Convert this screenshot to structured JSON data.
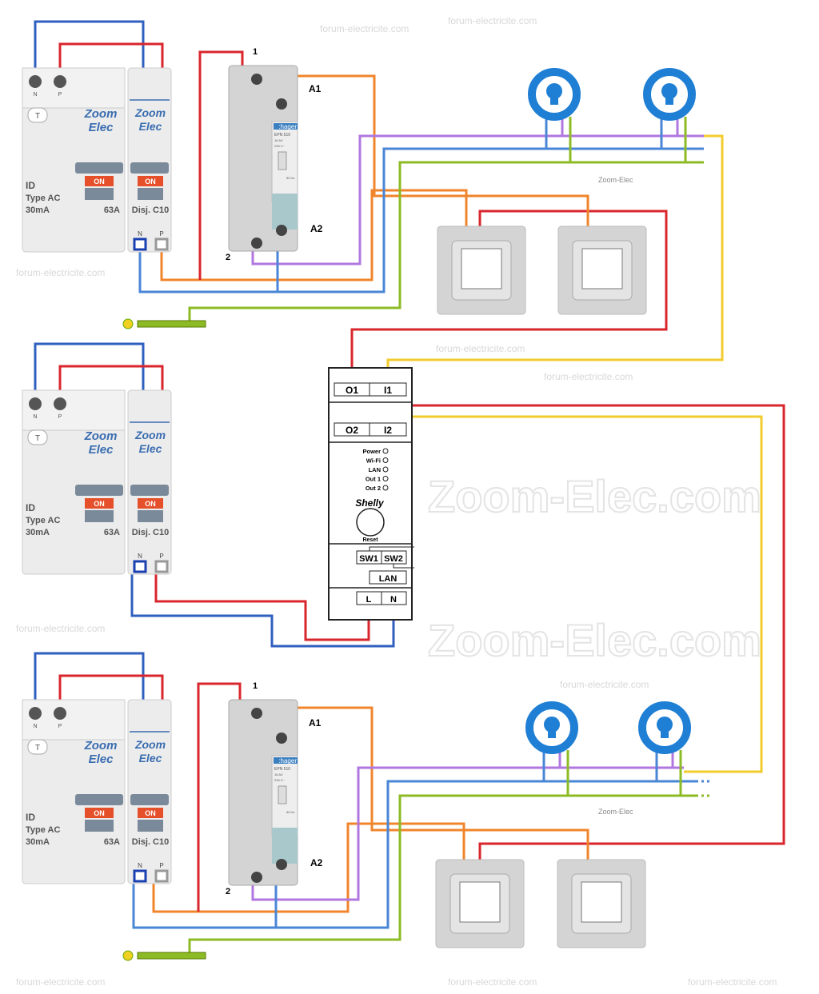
{
  "diagram": {
    "watermark": "forum-electricite.com",
    "big_watermark": "Zoom-Elec.com",
    "small_logo": "Zoom-Elec",
    "colors": {
      "phase": "#d9262c",
      "neutral": "#2f5fbf",
      "neutral_light": "#4a86d6",
      "earth": "#8dbb25",
      "switched": "#f0852c",
      "return": "#b077e0",
      "shelly_input": "#f2cc2e",
      "breaker_body": "#ececec",
      "relay_blue": "#a8c8cc",
      "lamp": "#1f7fd4"
    },
    "breaker_groups": [
      {
        "rcd": {
          "terminals": [
            "N",
            "P"
          ],
          "test": "T",
          "brand": [
            "Zoom",
            "Elec"
          ],
          "toggle": "ON",
          "type": [
            "ID",
            "Type AC",
            "30mA"
          ],
          "rating": "63A"
        },
        "mcb": {
          "brand": [
            "Zoom",
            "Elec"
          ],
          "toggle": "ON",
          "rating": "Disj. C10",
          "terminals": [
            "N",
            "P"
          ]
        }
      },
      {
        "rcd": {
          "terminals": [
            "N",
            "P"
          ],
          "test": "T",
          "brand": [
            "Zoom",
            "Elec"
          ],
          "toggle": "ON",
          "type": [
            "ID",
            "Type AC",
            "30mA"
          ],
          "rating": "63A"
        },
        "mcb": {
          "brand": [
            "Zoom",
            "Elec"
          ],
          "toggle": "ON",
          "rating": "Disj. C10",
          "terminals": [
            "N",
            "P"
          ]
        }
      },
      {
        "rcd": {
          "terminals": [
            "N",
            "P"
          ],
          "test": "T",
          "brand": [
            "Zoom",
            "Elec"
          ],
          "toggle": "ON",
          "type": [
            "ID",
            "Type AC",
            "30mA"
          ],
          "rating": "63A"
        },
        "mcb": {
          "brand": [
            "Zoom",
            "Elec"
          ],
          "toggle": "ON",
          "rating": "Disj. C10",
          "terminals": [
            "N",
            "P"
          ]
        }
      }
    ],
    "relays": [
      {
        "brand": ":hager",
        "model": "EPN 510",
        "rating": "16 AX",
        "voltage": "230 V~",
        "freq": "50 Hz",
        "terminals": {
          "t1": "1",
          "t2": "2",
          "a1": "A1",
          "a2": "A2"
        }
      },
      {
        "brand": ":hager",
        "model": "EPN 510",
        "rating": "16 AX",
        "voltage": "230 V~",
        "freq": "50 Hz",
        "terminals": {
          "t1": "1",
          "t2": "2",
          "a1": "A1",
          "a2": "A2"
        }
      }
    ],
    "shelly": {
      "out1": "O1",
      "in1": "I1",
      "out2": "O2",
      "in2": "I2",
      "leds": [
        "Power",
        "Wi-Fi",
        "LAN",
        "Out 1",
        "Out 2"
      ],
      "logo": "Shelly",
      "reset": "Reset",
      "sw1": "SW1",
      "sw2": "SW2",
      "lan": "LAN",
      "l": "L",
      "n": "N"
    }
  }
}
